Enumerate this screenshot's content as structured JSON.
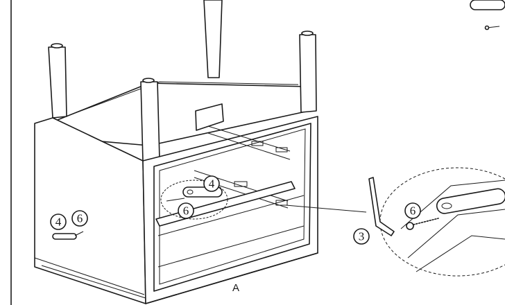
{
  "view_label": "A",
  "callouts": {
    "side_part_left": "4",
    "side_part_right": "6",
    "drawer_bracket": "4",
    "drawer_screw": "6",
    "zoom_screw": "6",
    "hex_key": "3"
  }
}
